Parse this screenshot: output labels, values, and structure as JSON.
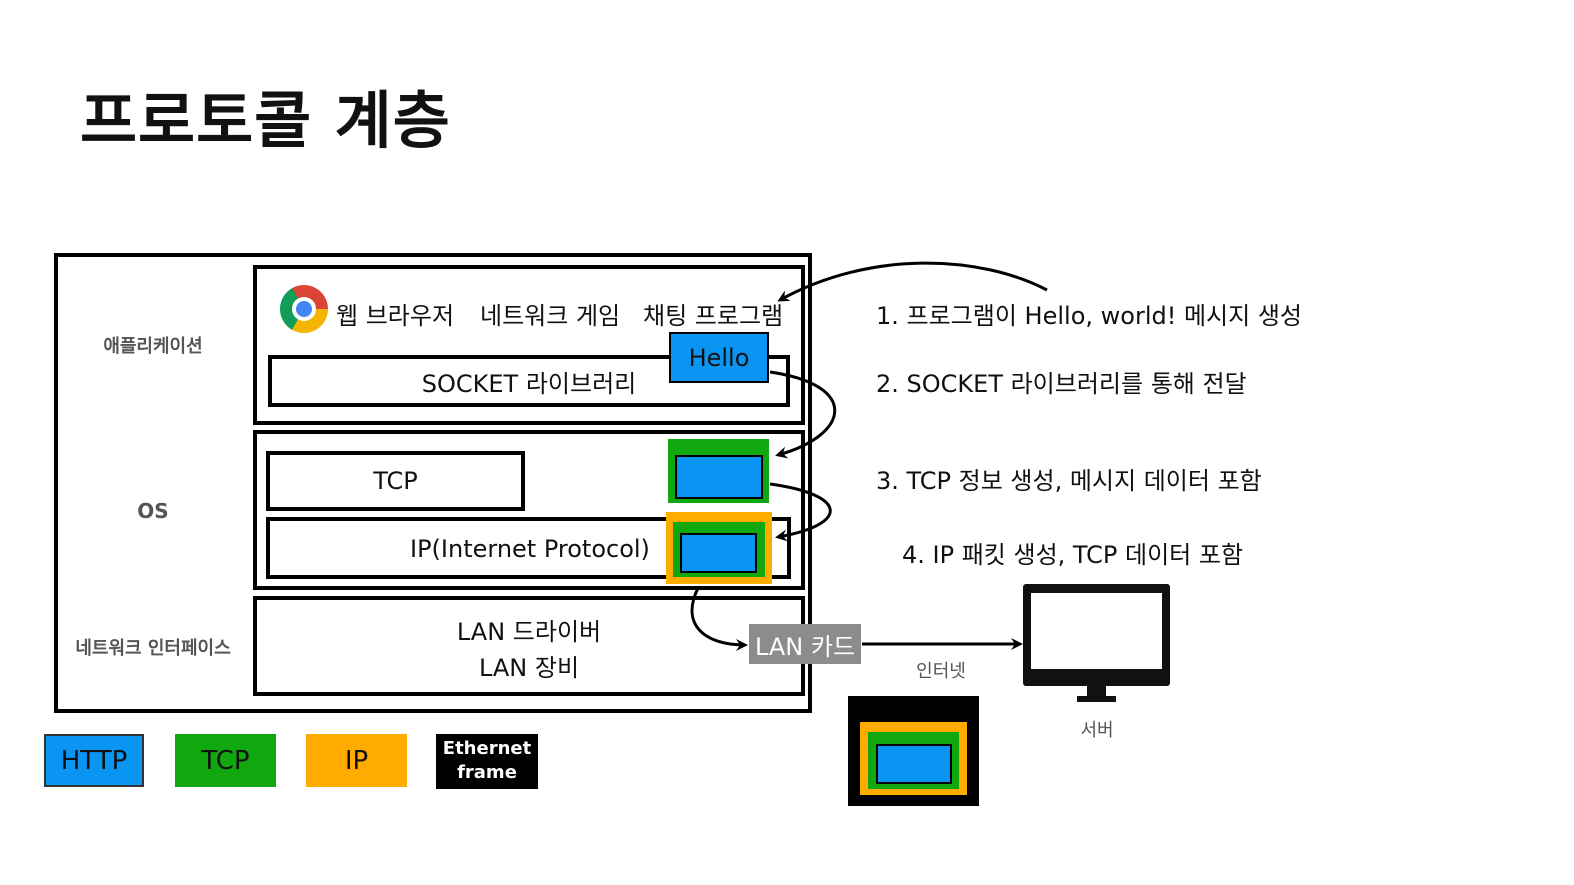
{
  "title": "프로토콜 계층",
  "layers": {
    "application": "애플리케이션",
    "os": "OS",
    "network_interface": "네트워크 인터페이스"
  },
  "apps": {
    "browser": "웹 브라우저",
    "game": "네트워크 게임",
    "chat": "채팅 프로그램"
  },
  "socket_label": "SOCKET 라이브러리",
  "hello_label": "Hello",
  "tcp_label": "TCP",
  "ip_label": "IP(Internet Protocol)",
  "lan_driver": "LAN 드라이버",
  "lan_device": "LAN 장비",
  "lan_card": "LAN 카드",
  "internet": "인터넷",
  "server": "서버",
  "steps": [
    "1. 프로그램이 Hello, world! 메시지 생성",
    "2. SOCKET 라이브러리를 통해 전달",
    "3. TCP 정보 생성, 메시지 데이터 포함",
    "4. IP 패킷 생성, TCP 데이터 포함"
  ],
  "legend": {
    "http": "HTTP",
    "tcp": "TCP",
    "ip": "IP",
    "ethernet_line1": "Ethernet",
    "ethernet_line2": "frame"
  },
  "colors": {
    "http": "#0b95f2",
    "tcp": "#11a80f",
    "ip": "#ffab00",
    "ethernet": "#000000",
    "lan_card": "#8c8c8c"
  },
  "icons": [
    "chrome-icon",
    "monitor-icon"
  ]
}
